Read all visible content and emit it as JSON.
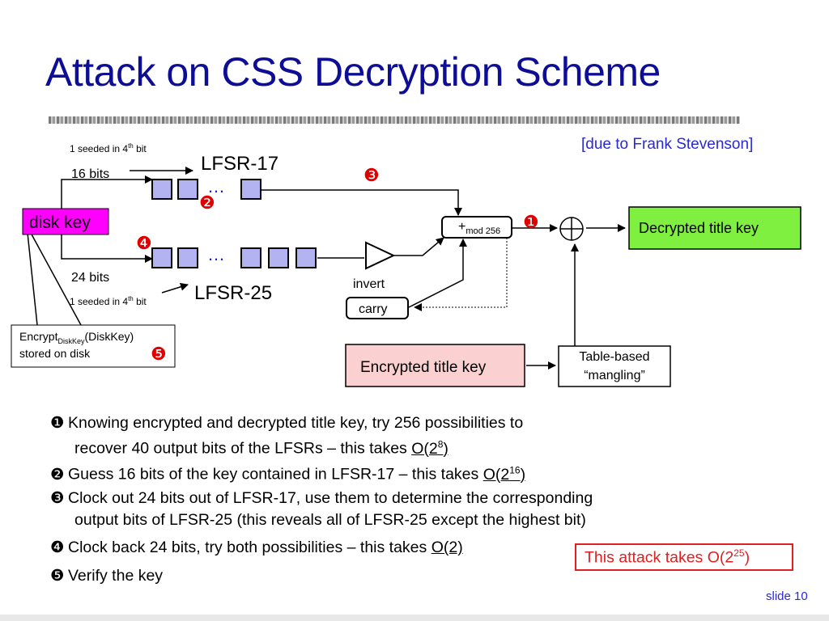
{
  "slide": {
    "title": "Attack on CSS Decryption Scheme",
    "credit": "[due to Frank Stevenson]",
    "slide_number": "slide 10"
  },
  "diagram": {
    "disk_key": "disk key",
    "lfsr17_note_a": "1 seeded in 4",
    "lfsr17_note_sup": "th",
    "lfsr17_note_b": " bit",
    "lfsr17_bits": "16 bits",
    "lfsr17_label": "LFSR-17",
    "lfsr25_bits": "24 bits",
    "lfsr25_note_a": "1 seeded in 4",
    "lfsr25_note_sup": "th",
    "lfsr25_note_b": " bit",
    "lfsr25_label": "LFSR-25",
    "ellipsis": "…",
    "adder_plus": "+",
    "adder_sub": "mod 256",
    "invert": "invert",
    "carry": "carry",
    "xor_symbol": "⊕",
    "decrypted_title_key": "Decrypted title key",
    "encrypted_title_key": "Encrypted title key",
    "mangling_line1": "Table-based",
    "mangling_line2": "“mangling”",
    "stored_line1_a": "Encrypt",
    "stored_line1_sub": "DiskKey",
    "stored_line1_b": "(DiskKey)",
    "stored_line2": "stored on disk",
    "markers": [
      "❶",
      "❷",
      "❸",
      "❹",
      "❺"
    ],
    "colors": {
      "title": "#0d0d96",
      "disk_key_fill": "#ff00ff",
      "lfsr_cell_fill": "#b3b3f2",
      "decrypted_fill": "#80f040",
      "encrypted_fill": "#fbd0d0",
      "marker_red": "#e00000"
    }
  },
  "bullets": [
    {
      "sym": "❶",
      "text": "Knowing encrypted and decrypted title key, try 256 possibilities to",
      "cont": "recover 40 output bits of the LFSRs – this takes ",
      "cx": "O(2",
      "sup": "8",
      "end": ")"
    },
    {
      "sym": "❷",
      "text": "Guess 16 bits of the key contained in LFSR-17 – this takes ",
      "cx": "O(2",
      "sup": "16",
      "end": ")"
    },
    {
      "sym": "❸",
      "text": "Clock out 24 bits out of LFSR-17, use them to determine the corresponding",
      "cont": "output bits of LFSR-25 (this reveals all of LFSR-25 except the highest bit)"
    },
    {
      "sym": "❹",
      "text": "Clock back 24 bits, try both possibilities – this takes ",
      "cx": "O(2)"
    },
    {
      "sym": "❺",
      "text": "Verify the key"
    }
  ],
  "attack_note": {
    "text": "This attack takes O(2",
    "sup": "25",
    "end": ")"
  }
}
